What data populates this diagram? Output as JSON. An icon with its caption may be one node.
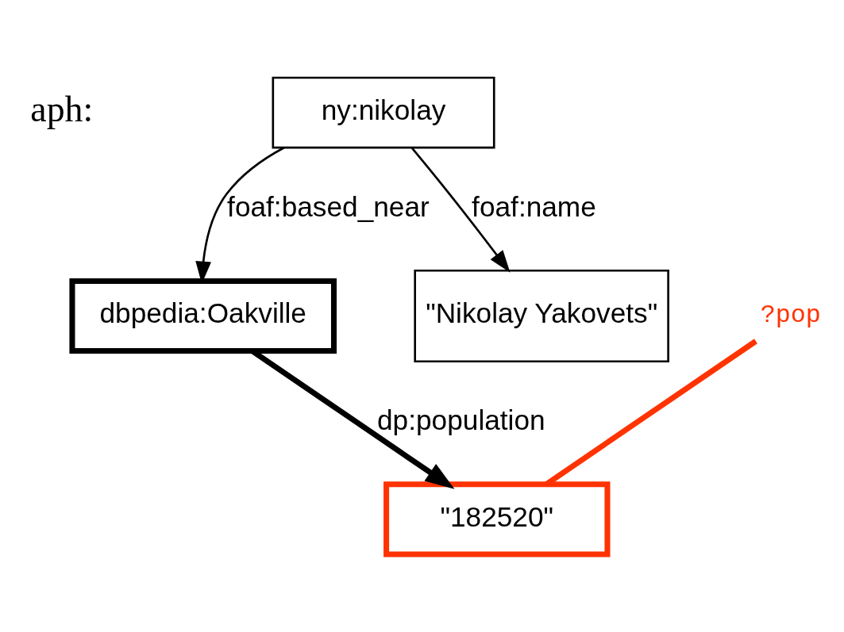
{
  "diagram": {
    "nodes": [
      {
        "text": [
          "ny:nikolay"
        ]
      },
      {
        "text": [
          "dbpedia:Oakville"
        ]
      },
      {
        "text": [
          "\"Nikolay Yakovets\""
        ]
      },
      {
        "text": [
          "\"182520\""
        ]
      },
      {
        "text": [
          "?pop"
        ]
      }
    ],
    "edges": [
      {
        "from": 0,
        "to": 1,
        "arrow": "to",
        "label": "foaf:based_near"
      },
      {
        "from": 0,
        "to": 2,
        "arrow": "to",
        "label": "foaf:name"
      },
      {
        "from": 1,
        "to": 3,
        "arrow": "to",
        "label": "dp:population",
        "style": "thick"
      },
      {
        "from": 4,
        "to": 3,
        "arrow": "none",
        "style": "thick",
        "color": "#ff3300"
      }
    ],
    "labels": [
      "aph:"
    ]
  }
}
